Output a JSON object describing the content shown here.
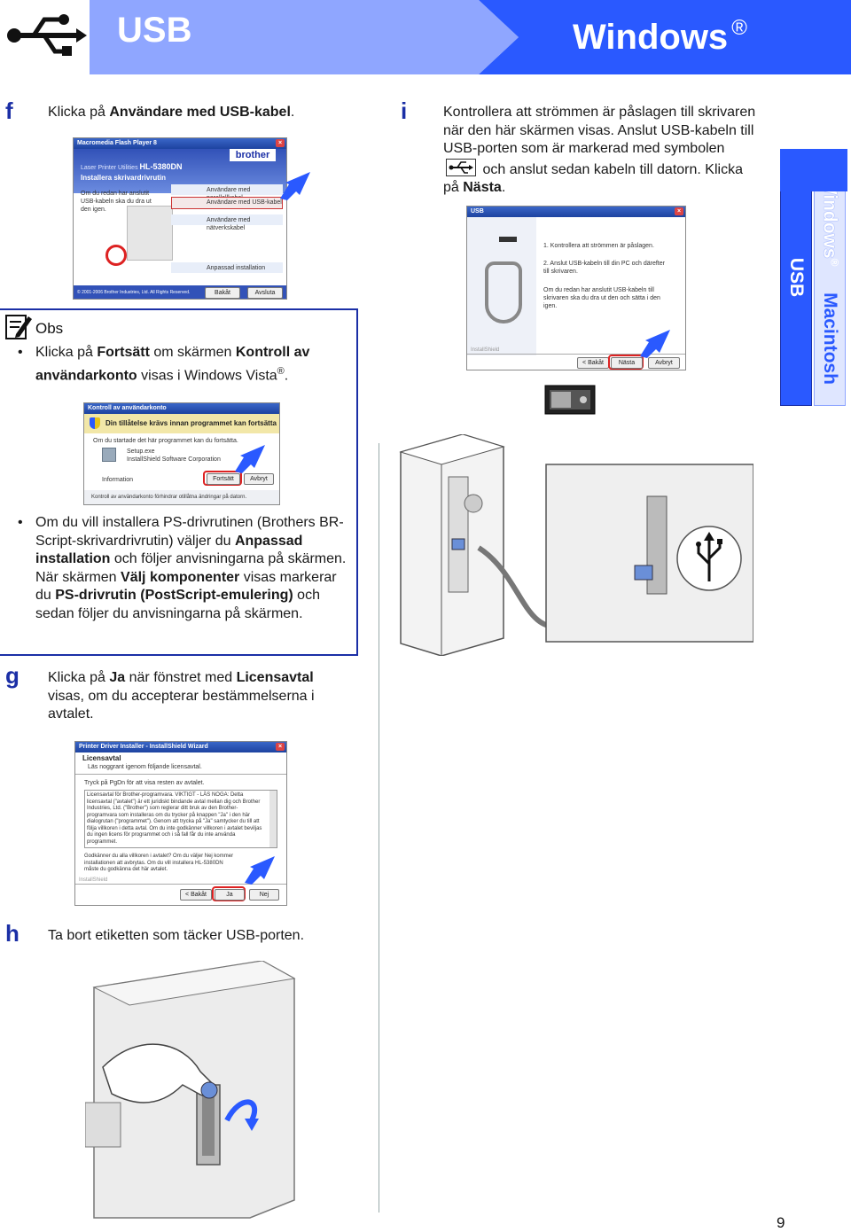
{
  "header": {
    "usb_title": "USB",
    "windows_title": "Windows",
    "windows_reg": "®",
    "colors": {
      "dark_blue": "#1b2fa6",
      "mid_blue": "#8fa6ff",
      "light_blue": "#dfe6ff",
      "bright_blue": "#2a59ff"
    }
  },
  "step_f": {
    "letter": "f",
    "text_pre": "Klicka på ",
    "text_bold": "Användare med USB-kabel",
    "text_post": ".",
    "screen": {
      "title": "Macromedia Flash Player 8",
      "product": "Laser Printer Utilities",
      "model": "HL-5380DN",
      "heading": "Installera skrivardrivrutin",
      "note": "Om du redan har anslutit USB-kabeln ska du dra ut den igen.",
      "brand": "brother",
      "opt1": "Användare med parallellkabel",
      "opt2": "Användare med USB-kabel",
      "opt3": "Användare med nätverkskabel",
      "custom": "Anpassad installation",
      "back": "Bakåt",
      "exit": "Avsluta",
      "copyright": "© 2001-2006 Brother Industries, Ltd. All Rights Reserved."
    }
  },
  "obs": {
    "title": "Obs",
    "bullet1_pre": "Klicka på ",
    "bullet1_b1": "Fortsätt",
    "bullet1_mid": " om skärmen ",
    "bullet1_b2": "Kontroll av användarkonto",
    "bullet1_post": " visas i Windows Vista",
    "bullet1_reg": "®",
    "bullet1_end": ".",
    "uac": {
      "title": "Kontroll av användarkonto",
      "banner": "Din tillåtelse krävs innan programmet kan fortsätta",
      "line1": "Om du startade det här programmet kan du fortsätta.",
      "app": "Setup.exe",
      "publisher": "InstallShield Software Corporation",
      "info": "Information",
      "continue": "Fortsätt",
      "cancel": "Avbryt",
      "footer": "Kontroll av användarkonto förhindrar otillåtna ändringar på datorn."
    },
    "bullet2_pre": "Om du vill installera PS-drivrutinen (Brothers BR-Script-skrivardrivrutin) väljer du ",
    "bullet2_b1": "Anpassad installation",
    "bullet2_mid": " och följer anvisningarna på skärmen. När skärmen ",
    "bullet2_b2": "Välj komponenter",
    "bullet2_mid2": " visas markerar du ",
    "bullet2_b3": "PS-drivrutin (PostScript-emulering)",
    "bullet2_post": " och sedan följer du anvisningarna på skärmen."
  },
  "step_g": {
    "letter": "g",
    "text_pre": "Klicka på ",
    "text_b1": "Ja",
    "text_mid": " när fönstret med ",
    "text_b2": "Licensavtal",
    "text_post": " visas, om du accepterar bestämmelserna i avtalet.",
    "screen": {
      "title": "Printer Driver Installer - InstallShield Wizard",
      "heading": "Licensavtal",
      "sub": "Läs noggrant igenom följande licensavtal.",
      "hint": "Tryck på PgDn för att visa resten av avtalet.",
      "body": "Licensavtal för Brother-programvara. VIKTIGT - LÄS NOGA: Detta licensavtal (\"avtalet\") är ett juridiskt bindande avtal mellan dig och Brother Industries, Ltd. (\"Brother\") som reglerar ditt bruk av den Brother-programvara som installeras om du trycker på knappen \"Ja\" i den här dialogrutan (\"programmet\"). Genom att trycka på \"Ja\" samtycker du till att följa villkoren i detta avtal. Om du inte godkänner villkoren i avtalet beviljas du ingen licens för programmet och i så fall får du inte använda programmet.",
      "question": "Godkänner du alla villkoren i avtalet? Om du väljer Nej kommer installationen att avbrytas. Om du vill installera HL-5380DN måste du godkänna det här avtalet.",
      "brand": "InstallShield",
      "back": "< Bakåt",
      "yes": "Ja",
      "no": "Nej"
    }
  },
  "step_h": {
    "letter": "h",
    "text": "Ta bort etiketten som täcker USB-porten."
  },
  "step_i": {
    "letter": "i",
    "line1": "Kontrollera att strömmen är påslagen till skrivaren när den här skärmen visas.",
    "line2_pre": "Anslut USB-kabeln till USB-porten som är markerad med symbolen",
    "line2_post": "och anslut sedan kabeln till datorn. Klicka på ",
    "line2_bold": "Nästa",
    "line2_end": ".",
    "screen": {
      "title": "USB",
      "step1": "1. Kontrollera att strömmen är påslagen.",
      "step2": "2. Anslut USB-kabeln till din PC och därefter till skrivaren.",
      "note": "Om du redan har anslutit USB-kabeln till skrivaren ska du dra ut den och sätta i den igen.",
      "brand": "InstallShield",
      "back": "< Bakåt",
      "next": "Nästa",
      "cancel": "Avbryt"
    }
  },
  "side_tabs": {
    "usb": "USB",
    "windows": "Windows",
    "windows_reg": "®",
    "macintosh": "Macintosh"
  },
  "page_number": "9"
}
